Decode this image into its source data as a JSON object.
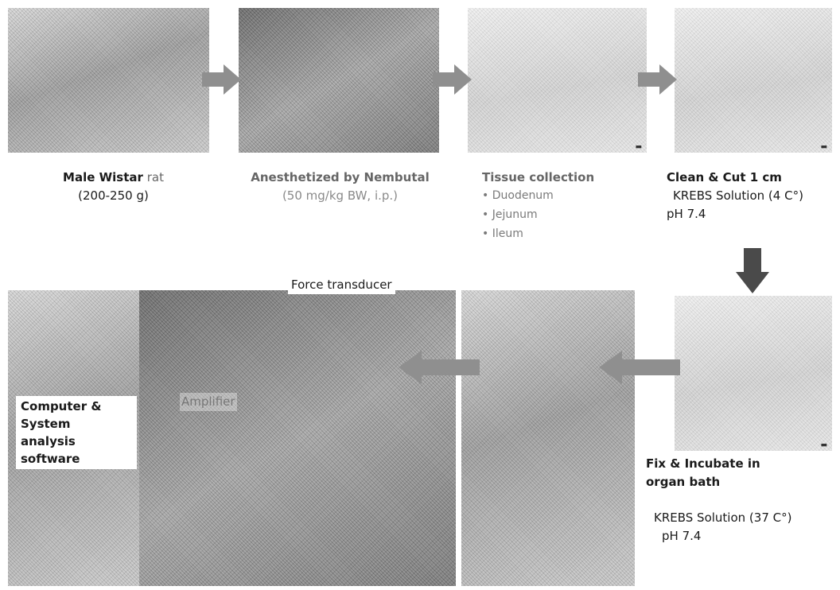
{
  "steps": {
    "rat": {
      "line1_bold": "Male Wistar",
      "line1_rest": " rat",
      "line2": "(200-250 g)"
    },
    "anesthesia": {
      "line1": "Anesthetized by Nembutal",
      "line2": "(50 mg/kg BW, i.p.)"
    },
    "tissue": {
      "title": "Tissue collection",
      "items": [
        "Duodenum",
        "Jejunum",
        "Ileum"
      ]
    },
    "clean": {
      "line1": "Clean & Cut 1 cm",
      "line2": "KREBS Solution (4 C°)",
      "line3": "pH 7.4"
    },
    "incubate": {
      "line1": "Fix & Incubate in",
      "line2": "organ bath",
      "line3": "KREBS Solution (37 C°)",
      "line4": "pH 7.4"
    },
    "equipment": {
      "force": "Force transducer",
      "amplifier": "Amplifier",
      "computer": [
        "Computer &",
        "System",
        "analysis",
        "software"
      ]
    }
  },
  "colors": {
    "arrow": "#8f8f8f",
    "arrow_down": "#4a4a4a"
  },
  "icons": {
    "arrow": "right-arrow-icon",
    "arrow_back": "left-arrow-icon",
    "arrow_down": "down-arrow-icon"
  }
}
